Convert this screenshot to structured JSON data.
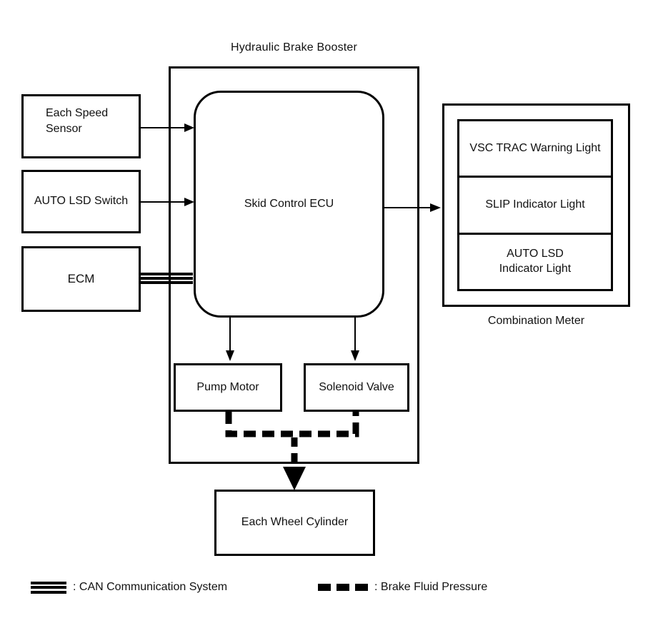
{
  "diagram": {
    "title": "Hydraulic Brake Booster",
    "nodes": {
      "each_speed_sensor": {
        "label": "Each Speed Sensor"
      },
      "auto_lsd_switch": {
        "label": "AUTO LSD Switch"
      },
      "ecm": {
        "label": "ECM"
      },
      "skid_control_ecu": {
        "label": "Skid Control ECU"
      },
      "pump_motor": {
        "label": "Pump Motor"
      },
      "solenoid_valve": {
        "label": "Solenoid Valve"
      },
      "each_wheel_cylinder": {
        "label": "Each Wheel Cylinder"
      },
      "combination_meter": {
        "label": "Combination Meter",
        "indicators": [
          {
            "label": "VSC TRAC Warning Light"
          },
          {
            "label": "SLIP Indicator Light"
          },
          {
            "label": "AUTO LSD Indicator Light"
          }
        ]
      }
    },
    "legend": {
      "can": {
        "symbol": "triple-line",
        "label": ": CAN Communication System"
      },
      "brake_fluid": {
        "symbol": "thick-dashed-line",
        "label": ": Brake Fluid Pressure"
      }
    },
    "colors": {
      "line": "#000000",
      "background": "#ffffff"
    }
  }
}
